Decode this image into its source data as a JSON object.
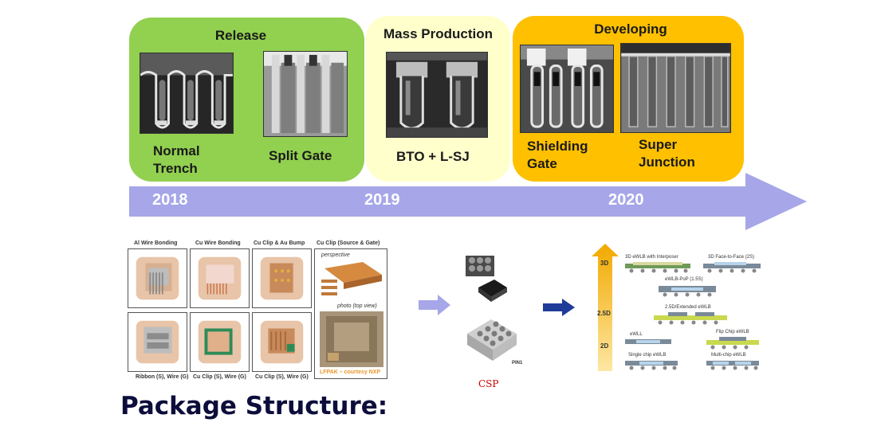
{
  "panels": {
    "release": {
      "title": "Release",
      "items": [
        {
          "label_line1": "Normal",
          "label_line2": "Trench"
        },
        {
          "label_line1": "Split Gate",
          "label_line2": ""
        }
      ]
    },
    "mass_production": {
      "title": "Mass Production",
      "items": [
        {
          "label_line1": "BTO + L-SJ",
          "label_line2": ""
        }
      ]
    },
    "developing": {
      "title": "Developing",
      "items": [
        {
          "label_line1": "Shielding",
          "label_line2": "Gate"
        },
        {
          "label_line1": "Super",
          "label_line2": "Junction"
        }
      ]
    }
  },
  "timeline": {
    "years": [
      "2018",
      "2019",
      "2020"
    ]
  },
  "package_figure": {
    "headers": [
      "Al Wire Bonding",
      "Cu Wire Bonding",
      "Cu Clip & Au Bump",
      "Cu Clip (Source & Gate)"
    ],
    "footers": [
      "Ribbon (S), Wire (G)",
      "Cu Clip (S), Wire (G)",
      "Cu Clip (S), Wire (G)"
    ],
    "perspective_label": "perspective",
    "photo_label": "photo (top view)",
    "lfpak_label": "LFPAK –  courtesy NXP"
  },
  "csp": {
    "pin_label": "PIN1",
    "caption": "CSP"
  },
  "wafer_level": {
    "levels": [
      "3D",
      "2.5D",
      "2D"
    ],
    "items": [
      "3D eWLB with Interposer",
      "3D Face-to-Face (2S)",
      "eWLB-PoP (1.5S)",
      "2.5D/Extended eWLB",
      "eWLL",
      "Flip Chip eWLB",
      "Single chip eWLB",
      "Multi-chip eWLB"
    ]
  },
  "footer": {
    "title": "Package Structure:"
  },
  "colors": {
    "release_bg": "#92D050",
    "mass_production_bg": "#FFFFCC",
    "developing_bg": "#FFC000",
    "timeline_arrow": "#A6A6E9",
    "package_title": "#0D0D3C",
    "csp_caption": "#CC0000",
    "navy_arrow": "#1F3C99"
  }
}
